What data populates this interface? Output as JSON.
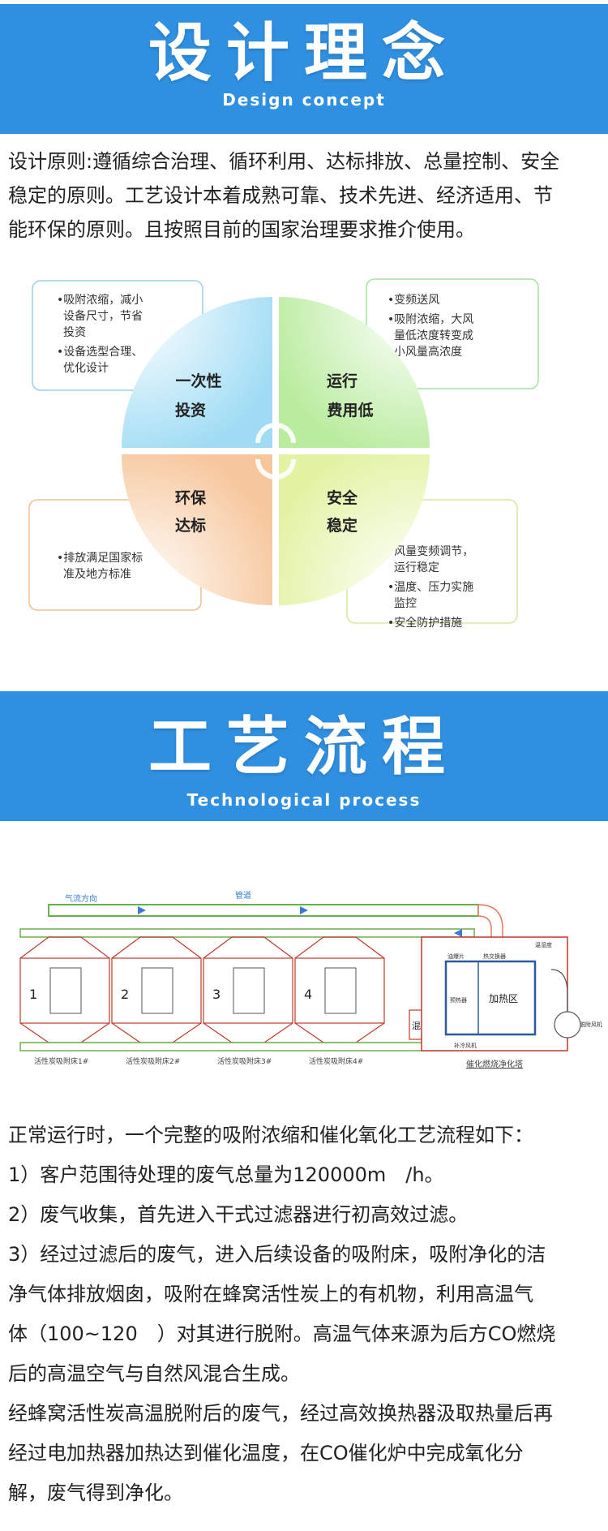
{
  "section1": {
    "title": "设计理念",
    "subtitle": "Design concept"
  },
  "intro": {
    "lines": [
      "设计原则:遵循综合治理、循环利用、达标排放、总量控制、安全",
      "稳定的原则。工艺设计本着成熟可靠、技术先进、经济适用、节",
      "能环保的原则。且按照目前的国家治理要求推介使用。"
    ]
  },
  "diagram": {
    "quadrants": [
      {
        "line1": "一次性",
        "line2": "投资",
        "color": "#9fdcf4"
      },
      {
        "line1": "运行",
        "line2": "费用低",
        "color": "#b9ec9e"
      },
      {
        "line1": "环保",
        "line2": "达标",
        "color": "#f6c79c"
      },
      {
        "line1": "安全",
        "line2": "稳定",
        "color": "#e2f3a4"
      }
    ],
    "box_tl": [
      "•吸附浓缩，减小",
      "设备尺寸，节省",
      "投资",
      "•设备选型合理、",
      "优化设计"
    ],
    "box_tr": [
      "•变频送风",
      "•吸附浓缩，大风",
      "量低浓度转变成",
      "小风量高浓度"
    ],
    "box_bl": [
      "•排放满足国家标",
      "准及地方标准"
    ],
    "box_br": [
      "•风量变频调节，",
      "运行稳定",
      "•温度、压力实施",
      "监控",
      "•安全防护措施"
    ]
  },
  "section2": {
    "title": "工艺流程",
    "subtitle": "Technological process"
  },
  "drawing": {
    "airflow": "气流方向",
    "duct": "管道",
    "beds": [
      "1",
      "2",
      "3",
      "4"
    ],
    "bed_labels": [
      "活性炭吸附床1#",
      "活性炭吸附床2#",
      "活性炭吸附床3#",
      "活性炭吸附床4#"
    ],
    "mixer": "混流箱",
    "heater": "加热区",
    "tower": "催化燃烧净化塔",
    "small_labels": [
      "油爆片",
      "热交换器",
      "温湿度",
      "预热器",
      "补冷风机",
      "脱附风机"
    ]
  },
  "process": {
    "lines": [
      "正常运行时，一个完整的吸附浓缩和催化氧化工艺流程如下：",
      "1）客户范围待处理的废气总量为120000m　/h。",
      "2）废气收集，首先进入干式过滤器进行初高效过滤。",
      "3）经过过滤后的废气，进入后续设备的吸附床，吸附净化的洁",
      "净气体排放烟囱，吸附在蜂窝活性炭上的有机物，利用高温气",
      "体（100~120　）对其进行脱附。高温气体来源为后方CO燃烧",
      "后的高温空气与自然风混合生成。",
      "经蜂窝活性炭高温脱附后的废气，经过高效换热器汲取热量后再",
      "经过电加热器加热达到催化温度，在CO催化炉中完成氧化分",
      "解，废气得到净化。"
    ]
  }
}
